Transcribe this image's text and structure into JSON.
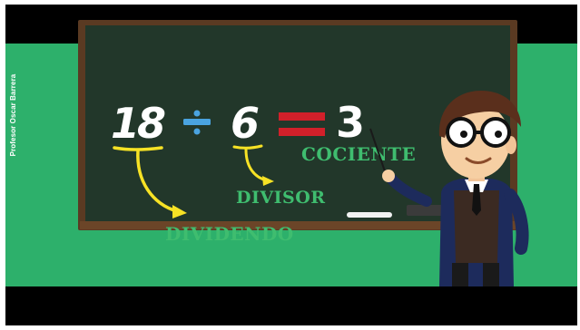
{
  "credit": "Profesor Oscar Barrera",
  "equation": {
    "dividend": "18",
    "divisor": "6",
    "quotient": "3"
  },
  "labels": {
    "quotient": "COCIENTE",
    "divisor": "DIVISOR",
    "dividend": "DIVIDENDO"
  },
  "colors": {
    "background": "#2db06b",
    "board": "#22372a",
    "frame": "#5a3a22",
    "chalk_text": "#ffffff",
    "label_green": "#3fbd6f",
    "arrow_yellow": "#f7e225",
    "divide_blue": "#4aa3e0",
    "equals_red": "#d2202a"
  }
}
